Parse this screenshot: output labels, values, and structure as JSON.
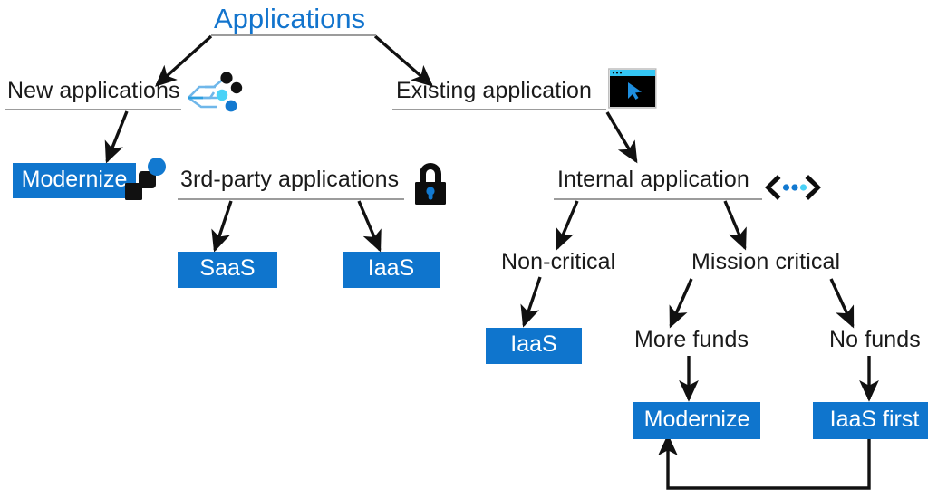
{
  "diagram": {
    "title": "Applications",
    "accent_blue": "#0f75cd",
    "title_blue": "#1274cd",
    "cyan": "#34c6f4",
    "rule_gray": "#9c9c9c",
    "text_black": "#1a1a1a",
    "arrow_black": "#111111"
  },
  "nodes": {
    "root": {
      "label": "Applications"
    },
    "new_applications": {
      "label": "New applications"
    },
    "existing_application": {
      "label": "Existing application"
    },
    "third_party_applications": {
      "label": "3rd-party applications"
    },
    "internal_application": {
      "label": "Internal application"
    },
    "non_critical": {
      "label": "Non-critical"
    },
    "mission_critical": {
      "label": "Mission critical"
    },
    "more_funds": {
      "label": "More funds"
    },
    "no_funds": {
      "label": "No funds"
    }
  },
  "outcomes": {
    "modernize_new": {
      "label": "Modernize"
    },
    "saas": {
      "label": "SaaS"
    },
    "iaas_3rd": {
      "label": "IaaS"
    },
    "iaas_noncritical": {
      "label": "IaaS"
    },
    "modernize_funds": {
      "label": "Modernize"
    },
    "iaas_first": {
      "label": "IaaS first"
    }
  },
  "icons": {
    "new_applications": "branch-nodes-icon",
    "modernize": "modernize-blocks-icon",
    "third_party": "padlock-icon",
    "existing_application": "app-window-cursor-icon",
    "internal_application": "code-brackets-icon"
  },
  "chart_data": {
    "type": "tree-diagram",
    "title": "Applications",
    "edges": [
      {
        "from": "Applications",
        "to": "New applications"
      },
      {
        "from": "Applications",
        "to": "Existing application"
      },
      {
        "from": "New applications",
        "to": "Modernize"
      },
      {
        "from": "3rd-party applications",
        "to": "SaaS"
      },
      {
        "from": "3rd-party applications",
        "to": "IaaS"
      },
      {
        "from": "Existing application",
        "to": "Internal application"
      },
      {
        "from": "Internal application",
        "to": "Non-critical"
      },
      {
        "from": "Internal application",
        "to": "Mission critical"
      },
      {
        "from": "Non-critical",
        "to": "IaaS"
      },
      {
        "from": "Mission critical",
        "to": "More funds"
      },
      {
        "from": "Mission critical",
        "to": "No funds"
      },
      {
        "from": "More funds",
        "to": "Modernize"
      },
      {
        "from": "No funds",
        "to": "IaaS first"
      },
      {
        "from": "IaaS first",
        "to": "Modernize"
      }
    ]
  }
}
